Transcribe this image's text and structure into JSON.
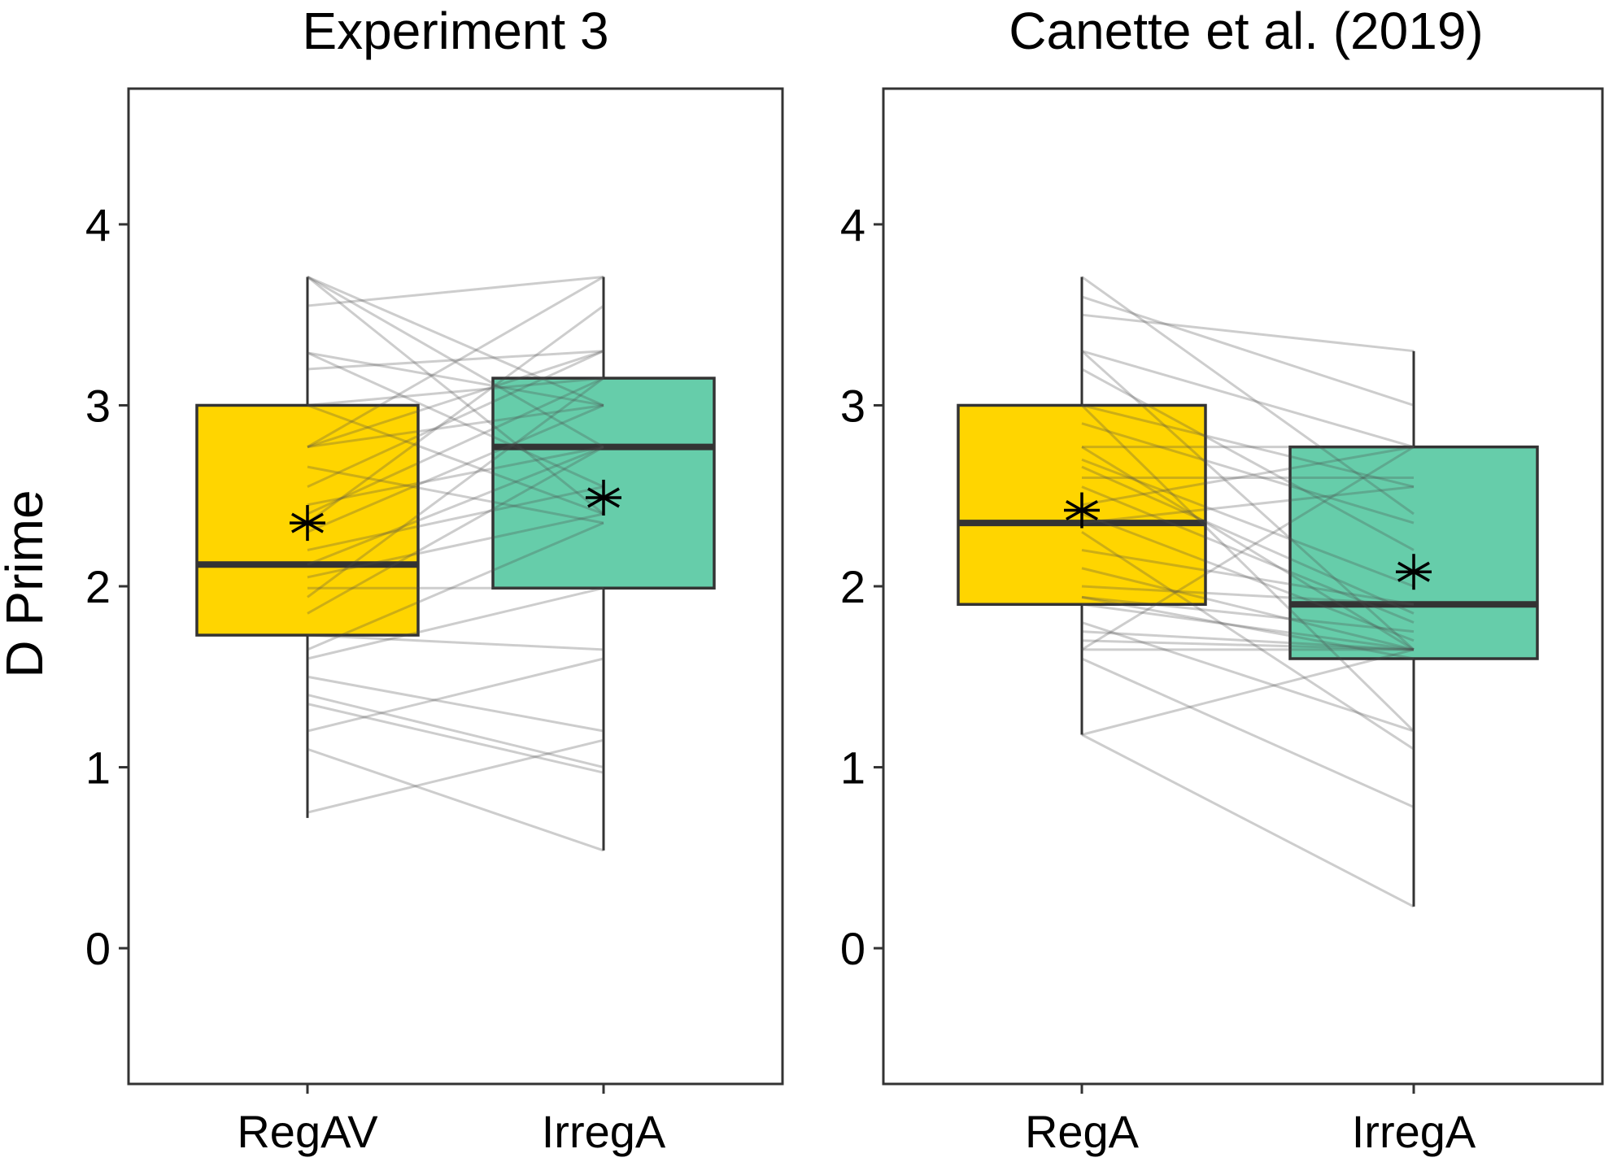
{
  "chart_data": {
    "type": "boxplot",
    "ylabel": "D Prime",
    "ylim": [
      -0.75,
      4.75
    ],
    "yticks": [
      0,
      1,
      2,
      3,
      4
    ],
    "colors": {
      "first": "#FFD500",
      "second": "#66CDAA",
      "outline": "#333333",
      "paired_line": "#4d4d4d"
    },
    "mean_marker": "asterisk",
    "panels": [
      {
        "title": "Experiment 3",
        "categories": [
          "RegAV",
          "IrregA"
        ],
        "boxes": [
          {
            "category": "RegAV",
            "min": 0.72,
            "q1": 1.73,
            "median": 2.12,
            "q3": 3.0,
            "max": 3.71,
            "mean": 2.35,
            "fill": "#FFD500"
          },
          {
            "category": "IrregA",
            "min": 0.54,
            "q1": 1.99,
            "median": 2.77,
            "q3": 3.15,
            "max": 3.71,
            "mean": 2.49,
            "fill": "#66CDAA"
          }
        ],
        "pairs": [
          [
            3.71,
            3.0
          ],
          [
            3.71,
            2.4
          ],
          [
            3.71,
            2.77
          ],
          [
            3.55,
            3.71
          ],
          [
            3.29,
            3.0
          ],
          [
            3.29,
            2.55
          ],
          [
            3.2,
            3.3
          ],
          [
            3.0,
            3.15
          ],
          [
            3.0,
            2.4
          ],
          [
            2.77,
            3.71
          ],
          [
            2.77,
            3.3
          ],
          [
            2.77,
            3.0
          ],
          [
            2.66,
            2.35
          ],
          [
            2.55,
            3.3
          ],
          [
            2.45,
            2.77
          ],
          [
            2.4,
            3.15
          ],
          [
            2.35,
            3.55
          ],
          [
            2.3,
            3.0
          ],
          [
            2.2,
            2.55
          ],
          [
            2.12,
            2.77
          ],
          [
            2.05,
            2.4
          ],
          [
            1.99,
            1.99
          ],
          [
            1.94,
            3.15
          ],
          [
            1.85,
            2.77
          ],
          [
            1.73,
            1.65
          ],
          [
            1.65,
            2.35
          ],
          [
            1.6,
            1.99
          ],
          [
            1.5,
            1.2
          ],
          [
            1.4,
            1.0
          ],
          [
            1.35,
            0.97
          ],
          [
            1.2,
            1.6
          ],
          [
            1.1,
            0.54
          ],
          [
            0.75,
            1.15
          ]
        ]
      },
      {
        "title": "Canette et al. (2019)",
        "categories": [
          "RegA",
          "IrregA"
        ],
        "boxes": [
          {
            "category": "RegA",
            "min": 1.18,
            "q1": 1.9,
            "median": 2.35,
            "q3": 3.0,
            "max": 3.71,
            "mean": 2.42,
            "fill": "#FFD500"
          },
          {
            "category": "IrregA",
            "min": 0.23,
            "q1": 1.6,
            "median": 1.9,
            "q3": 2.77,
            "max": 3.3,
            "mean": 2.08,
            "fill": "#66CDAA"
          }
        ],
        "pairs": [
          [
            3.71,
            2.4
          ],
          [
            3.6,
            3.0
          ],
          [
            3.5,
            3.3
          ],
          [
            3.3,
            1.65
          ],
          [
            3.3,
            2.77
          ],
          [
            3.2,
            2.2
          ],
          [
            3.0,
            2.55
          ],
          [
            3.0,
            1.2
          ],
          [
            2.9,
            2.35
          ],
          [
            2.77,
            2.77
          ],
          [
            2.77,
            1.65
          ],
          [
            2.7,
            2.0
          ],
          [
            2.66,
            1.85
          ],
          [
            2.6,
            2.6
          ],
          [
            2.55,
            1.8
          ],
          [
            2.45,
            2.77
          ],
          [
            2.4,
            1.7
          ],
          [
            2.35,
            2.55
          ],
          [
            2.3,
            1.1
          ],
          [
            2.2,
            1.9
          ],
          [
            2.1,
            1.65
          ],
          [
            2.0,
            1.9
          ],
          [
            1.94,
            1.6
          ],
          [
            1.94,
            1.75
          ],
          [
            1.9,
            1.65
          ],
          [
            1.8,
            1.2
          ],
          [
            1.75,
            1.65
          ],
          [
            1.7,
            1.65
          ],
          [
            1.65,
            2.77
          ],
          [
            1.65,
            1.65
          ],
          [
            1.6,
            0.78
          ],
          [
            1.18,
            1.65
          ],
          [
            1.18,
            0.23
          ]
        ]
      }
    ]
  }
}
